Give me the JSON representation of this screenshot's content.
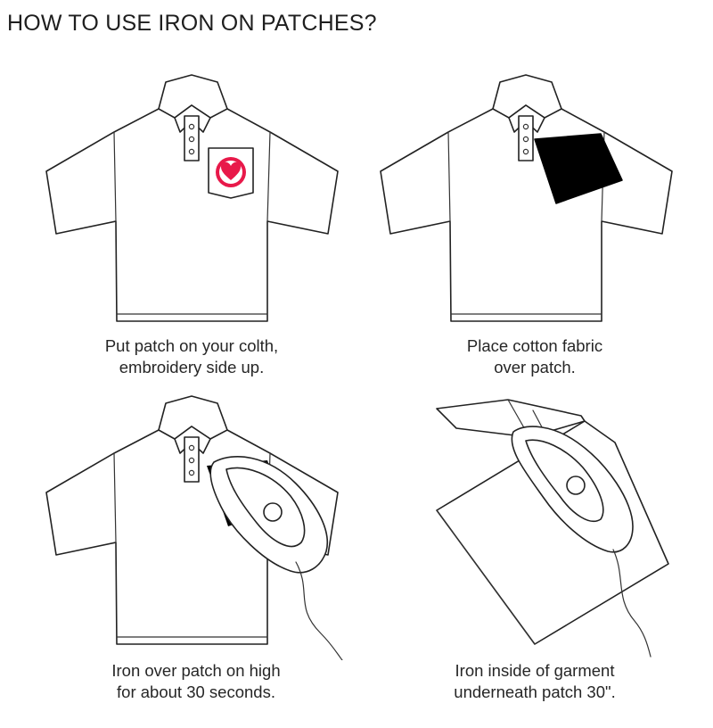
{
  "title": "HOW TO USE IRON ON PATCHES?",
  "colors": {
    "heart": "#e8194a",
    "ink": "#222222",
    "fabric": "#000000"
  },
  "steps": [
    {
      "line1": "Put patch on your colth,",
      "line2": "embroidery side up."
    },
    {
      "line1": "Place cotton fabric",
      "line2": "over patch."
    },
    {
      "line1": "Iron over patch on high",
      "line2": "for about 30 seconds."
    },
    {
      "line1": "Iron inside of garment",
      "line2": "underneath patch 30\"."
    }
  ],
  "icons": [
    "polo-shirt-icon",
    "heart-patch-icon",
    "cotton-fabric-icon",
    "iron-icon",
    "garment-inside-icon"
  ]
}
